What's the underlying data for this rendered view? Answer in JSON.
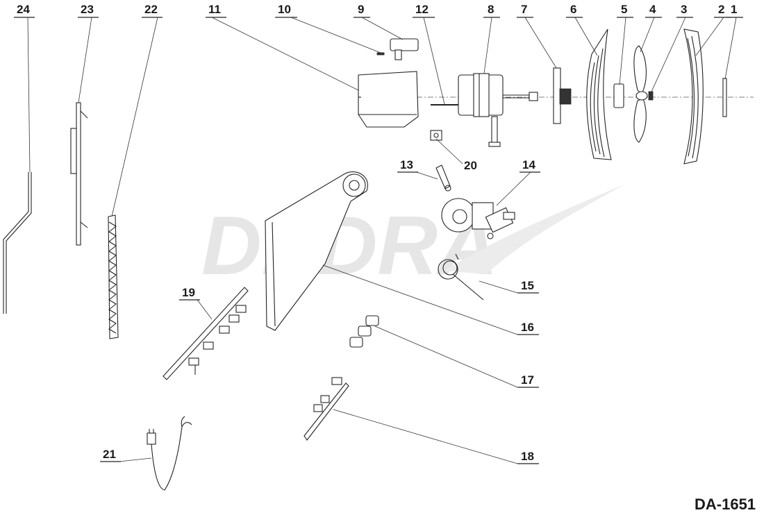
{
  "model": "DA-1651",
  "watermark": "DEDRA",
  "callouts": [
    {
      "id": "c1",
      "label": "1"
    },
    {
      "id": "c2",
      "label": "2"
    },
    {
      "id": "c3",
      "label": "3"
    },
    {
      "id": "c4",
      "label": "4"
    },
    {
      "id": "c5",
      "label": "5"
    },
    {
      "id": "c6",
      "label": "6"
    },
    {
      "id": "c7",
      "label": "7"
    },
    {
      "id": "c8",
      "label": "8"
    },
    {
      "id": "c9",
      "label": "9"
    },
    {
      "id": "c10",
      "label": "10"
    },
    {
      "id": "c11",
      "label": "11"
    },
    {
      "id": "c12",
      "label": "12"
    },
    {
      "id": "c13",
      "label": "13"
    },
    {
      "id": "c14",
      "label": "14"
    },
    {
      "id": "c15",
      "label": "15"
    },
    {
      "id": "c16",
      "label": "16"
    },
    {
      "id": "c17",
      "label": "17"
    },
    {
      "id": "c18",
      "label": "18"
    },
    {
      "id": "c19",
      "label": "19"
    },
    {
      "id": "c20",
      "label": "20"
    },
    {
      "id": "c21",
      "label": "21"
    },
    {
      "id": "c22",
      "label": "22"
    },
    {
      "id": "c23",
      "label": "23"
    },
    {
      "id": "c24",
      "label": "24"
    }
  ]
}
